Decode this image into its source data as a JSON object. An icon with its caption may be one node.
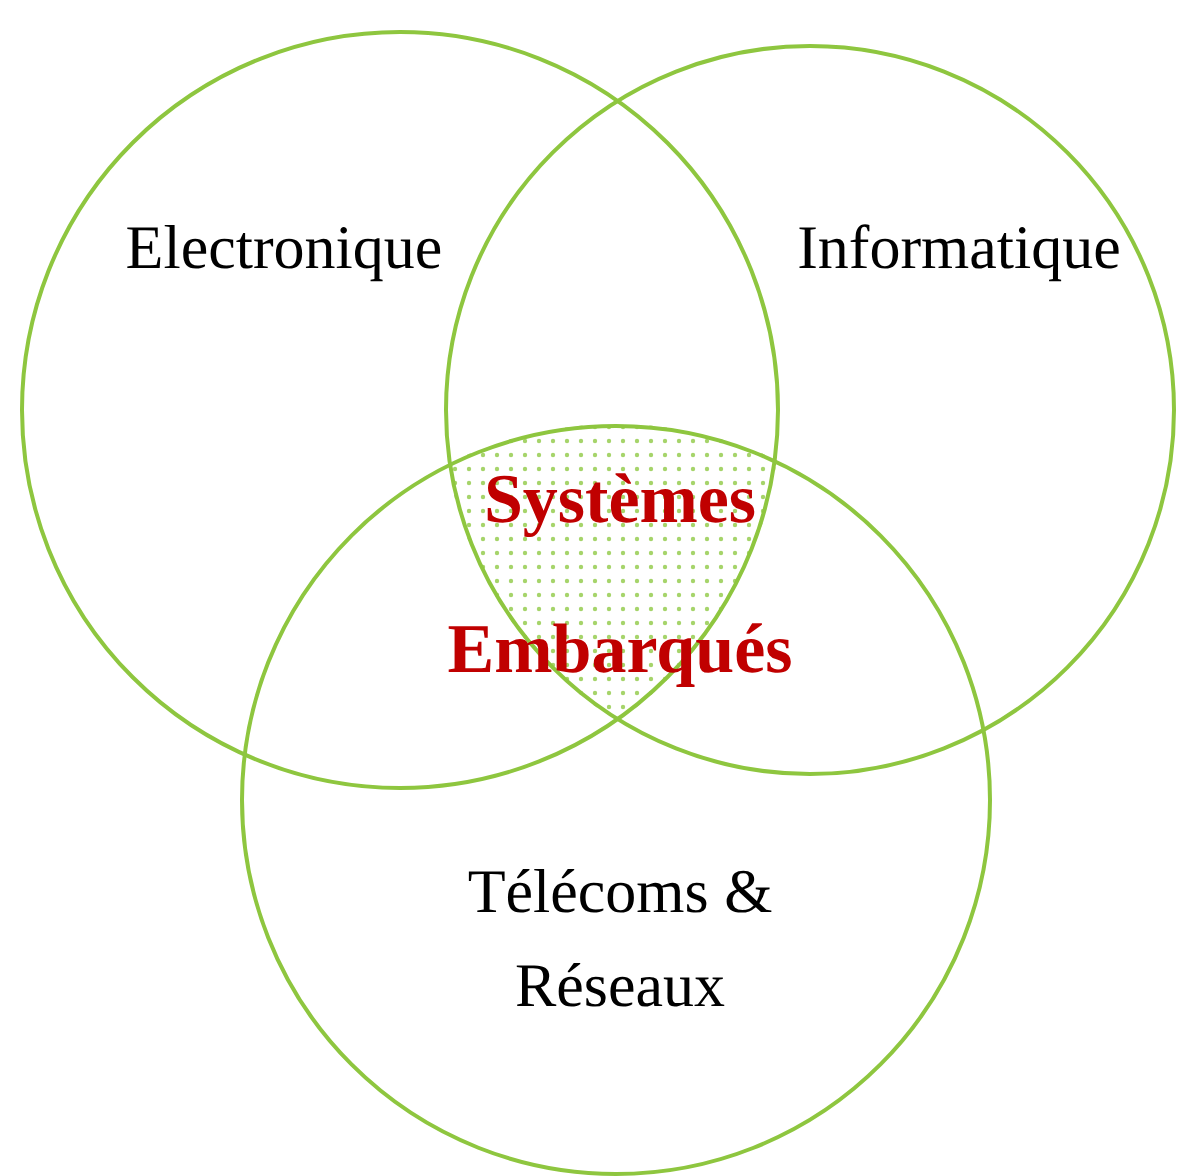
{
  "diagram": {
    "nodes": [
      {
        "text": [
          "Electronique"
        ]
      },
      {
        "text": [
          "Informatique"
        ]
      },
      {
        "text": [
          "Télécoms & Réseaux"
        ]
      },
      {
        "text": [
          "Systèmes Embarqués"
        ]
      }
    ]
  }
}
